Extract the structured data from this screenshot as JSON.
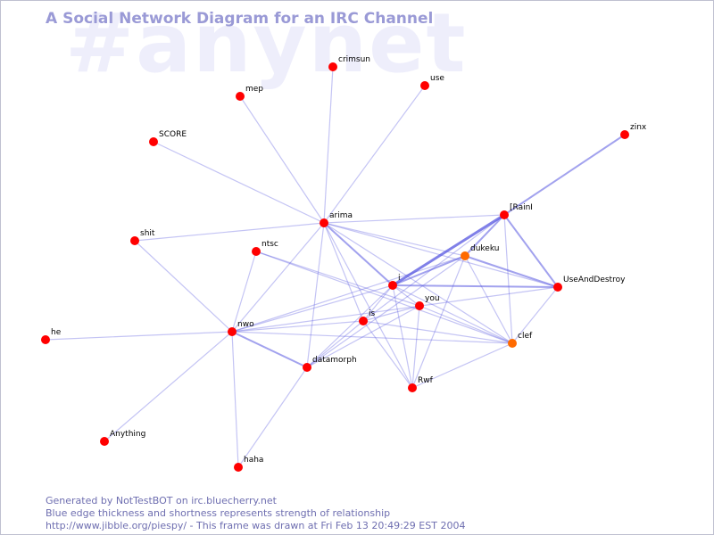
{
  "watermark": "#anynet",
  "title": "A Social Network Diagram for an IRC Channel",
  "footer": {
    "line1": "Generated by NotTestBOT on irc.bluecherry.net",
    "line2": "Blue edge thickness and shortness represents strength of relationship",
    "line3": "http://www.jibble.org/piespy/ - This frame was drawn at Fri Feb 13 20:49:29 EST 2004"
  },
  "colors": {
    "title": "#9a9ad6",
    "watermark": "#eeeefb",
    "footer": "#6e6eb0",
    "edge": "#5555e0",
    "node": "#ff0000",
    "node_active": "#ff6a00"
  },
  "nodes": [
    {
      "id": "crimsun",
      "label": "crimsun"
    },
    {
      "id": "use",
      "label": "use"
    },
    {
      "id": "mep",
      "label": "mep"
    },
    {
      "id": "SCORE",
      "label": "SCORE"
    },
    {
      "id": "zinx",
      "label": "zinx"
    },
    {
      "id": "arima",
      "label": "arima"
    },
    {
      "id": "RainI",
      "label": "[RainI"
    },
    {
      "id": "shit",
      "label": "shit"
    },
    {
      "id": "ntsc",
      "label": "ntsc"
    },
    {
      "id": "dukeku",
      "label": "dukeku",
      "active": true
    },
    {
      "id": "i",
      "label": "i"
    },
    {
      "id": "UseAndDestroy",
      "label": "UseAndDestroy"
    },
    {
      "id": "you",
      "label": "you"
    },
    {
      "id": "is",
      "label": "is"
    },
    {
      "id": "nwo",
      "label": "nwo"
    },
    {
      "id": "he",
      "label": "he"
    },
    {
      "id": "clef",
      "label": "clef",
      "active": true
    },
    {
      "id": "datamorph",
      "label": "datamorph"
    },
    {
      "id": "Rwf",
      "label": "Rwf"
    },
    {
      "id": "Anything",
      "label": "Anything"
    },
    {
      "id": "haha",
      "label": "haha"
    }
  ],
  "edges": [
    {
      "from": "arima",
      "to": "crimsun",
      "strength": 1
    },
    {
      "from": "arima",
      "to": "use",
      "strength": 1
    },
    {
      "from": "arima",
      "to": "mep",
      "strength": 1
    },
    {
      "from": "arima",
      "to": "SCORE",
      "strength": 1
    },
    {
      "from": "arima",
      "to": "shit",
      "strength": 1
    },
    {
      "from": "arima",
      "to": "RainI",
      "strength": 1
    },
    {
      "from": "arima",
      "to": "dukeku",
      "strength": 1
    },
    {
      "from": "arima",
      "to": "i",
      "strength": 2
    },
    {
      "from": "arima",
      "to": "UseAndDestroy",
      "strength": 1
    },
    {
      "from": "arima",
      "to": "nwo",
      "strength": 1
    },
    {
      "from": "arima",
      "to": "datamorph",
      "strength": 1
    },
    {
      "from": "arima",
      "to": "is",
      "strength": 1
    },
    {
      "from": "arima",
      "to": "Rwf",
      "strength": 1
    },
    {
      "from": "arima",
      "to": "clef",
      "strength": 1
    },
    {
      "from": "zinx",
      "to": "RainI",
      "strength": 2
    },
    {
      "from": "RainI",
      "to": "i",
      "strength": 3
    },
    {
      "from": "RainI",
      "to": "UseAndDestroy",
      "strength": 2
    },
    {
      "from": "RainI",
      "to": "dukeku",
      "strength": 2
    },
    {
      "from": "RainI",
      "to": "clef",
      "strength": 1
    },
    {
      "from": "RainI",
      "to": "is",
      "strength": 1
    },
    {
      "from": "dukeku",
      "to": "i",
      "strength": 2
    },
    {
      "from": "dukeku",
      "to": "UseAndDestroy",
      "strength": 2
    },
    {
      "from": "dukeku",
      "to": "clef",
      "strength": 1
    },
    {
      "from": "dukeku",
      "to": "Rwf",
      "strength": 1
    },
    {
      "from": "dukeku",
      "to": "datamorph",
      "strength": 1
    },
    {
      "from": "dukeku",
      "to": "nwo",
      "strength": 1
    },
    {
      "from": "i",
      "to": "UseAndDestroy",
      "strength": 2
    },
    {
      "from": "i",
      "to": "you",
      "strength": 1
    },
    {
      "from": "i",
      "to": "is",
      "strength": 1
    },
    {
      "from": "i",
      "to": "nwo",
      "strength": 1
    },
    {
      "from": "i",
      "to": "datamorph",
      "strength": 1
    },
    {
      "from": "i",
      "to": "Rwf",
      "strength": 1
    },
    {
      "from": "i",
      "to": "clef",
      "strength": 1
    },
    {
      "from": "UseAndDestroy",
      "to": "nwo",
      "strength": 1
    },
    {
      "from": "UseAndDestroy",
      "to": "clef",
      "strength": 1
    },
    {
      "from": "you",
      "to": "is",
      "strength": 1
    },
    {
      "from": "you",
      "to": "Rwf",
      "strength": 1
    },
    {
      "from": "you",
      "to": "clef",
      "strength": 1
    },
    {
      "from": "you",
      "to": "datamorph",
      "strength": 1
    },
    {
      "from": "is",
      "to": "nwo",
      "strength": 1
    },
    {
      "from": "is",
      "to": "Rwf",
      "strength": 1
    },
    {
      "from": "is",
      "to": "datamorph",
      "strength": 1
    },
    {
      "from": "is",
      "to": "clef",
      "strength": 1
    },
    {
      "from": "ntsc",
      "to": "nwo",
      "strength": 1
    },
    {
      "from": "ntsc",
      "to": "you",
      "strength": 1
    },
    {
      "from": "ntsc",
      "to": "clef",
      "strength": 1
    },
    {
      "from": "shit",
      "to": "nwo",
      "strength": 1
    },
    {
      "from": "he",
      "to": "nwo",
      "strength": 1
    },
    {
      "from": "nwo",
      "to": "datamorph",
      "strength": 2
    },
    {
      "from": "nwo",
      "to": "Anything",
      "strength": 1
    },
    {
      "from": "nwo",
      "to": "haha",
      "strength": 1
    },
    {
      "from": "nwo",
      "to": "clef",
      "strength": 1
    },
    {
      "from": "datamorph",
      "to": "haha",
      "strength": 1
    },
    {
      "from": "Rwf",
      "to": "clef",
      "strength": 1
    }
  ]
}
